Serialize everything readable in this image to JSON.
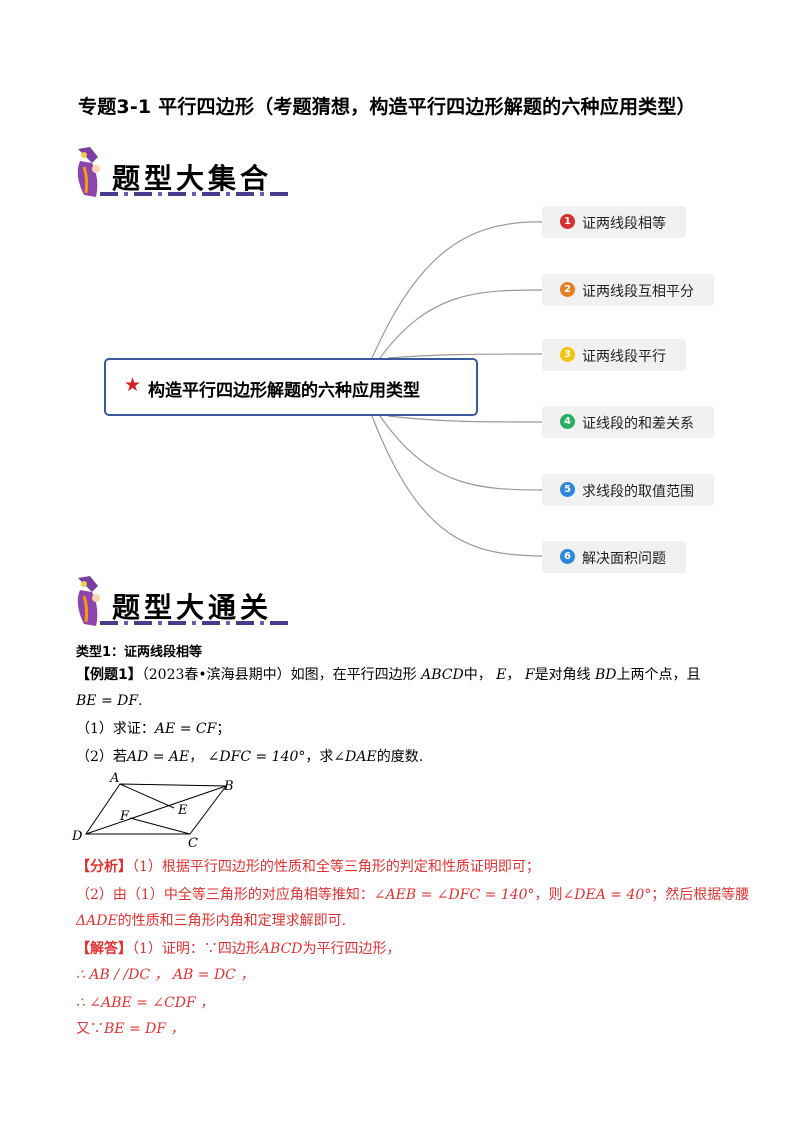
{
  "title": "专题3-1 平行四边形（考题猜想，构造平行四边形解题的六种应用类型）",
  "banner1": {
    "text": "题型大集合"
  },
  "banner2": {
    "text": "题型大通关"
  },
  "mindmap": {
    "central": "构造平行四边形解题的六种应用类型",
    "nodes": [
      {
        "num": "1",
        "label": "证两线段相等",
        "color": "#d63031"
      },
      {
        "num": "2",
        "label": "证两线段互相平分",
        "color": "#e67e22"
      },
      {
        "num": "3",
        "label": "证两线段平行",
        "color": "#f1c40f"
      },
      {
        "num": "4",
        "label": "证线段的和差关系",
        "color": "#27ae60"
      },
      {
        "num": "5",
        "label": "求线段的取值范围",
        "color": "#2e86de"
      },
      {
        "num": "6",
        "label": "解决面积问题",
        "color": "#2e86de"
      }
    ]
  },
  "type1": {
    "heading": "类型1：证两线段相等"
  },
  "example": {
    "label": "【例题1】",
    "source": "（2023春•滨海县期中）如图，在平行四边形",
    "abcd": "ABCD",
    "mid": "中，",
    "e": "E",
    "comma": "，",
    "f": "F",
    "rest": "是对角线",
    "bd": "BD",
    "rest2": "上两个点，且",
    "cond": "BE = DF",
    "q1_prefix": "（1）求证：",
    "q1_math": "AE = CF",
    "q1_suffix": "；",
    "q2_prefix": "（2）若",
    "q2_m1": "AD = AE",
    "q2_m2": "∠DFC = 140°",
    "q2_mid": "，求",
    "q2_m3": "∠DAE",
    "q2_suffix": "的度数."
  },
  "figure": {
    "A": "A",
    "B": "B",
    "C": "C",
    "D": "D",
    "E": "E",
    "F": "F"
  },
  "analysis": {
    "label": "【分析】",
    "line1": "（1）根据平行四边形的性质和全等三角形的判定和性质证明即可；",
    "line2a": "（2）由（1）中全等三角形的对应角相等推知：",
    "line2m": "∠AEB = ∠DFC = 140°",
    "line2b": "，则",
    "line2m2": "∠DEA = 40°",
    "line2c": "；然后根据等腰",
    "line3m": "ΔADE",
    "line3": "的性质和三角形内角和定理求解即可."
  },
  "solution": {
    "label": "【解答】",
    "l1a": "（1）证明：∵四边形",
    "l1m": "ABCD",
    "l1b": "为平行四边形，",
    "l2": "∴ AB / /DC ，  AB = DC ，",
    "l3": "∴ ∠ABE = ∠CDF ，",
    "l4a": "又∵",
    "l4m": "BE = DF ，"
  }
}
